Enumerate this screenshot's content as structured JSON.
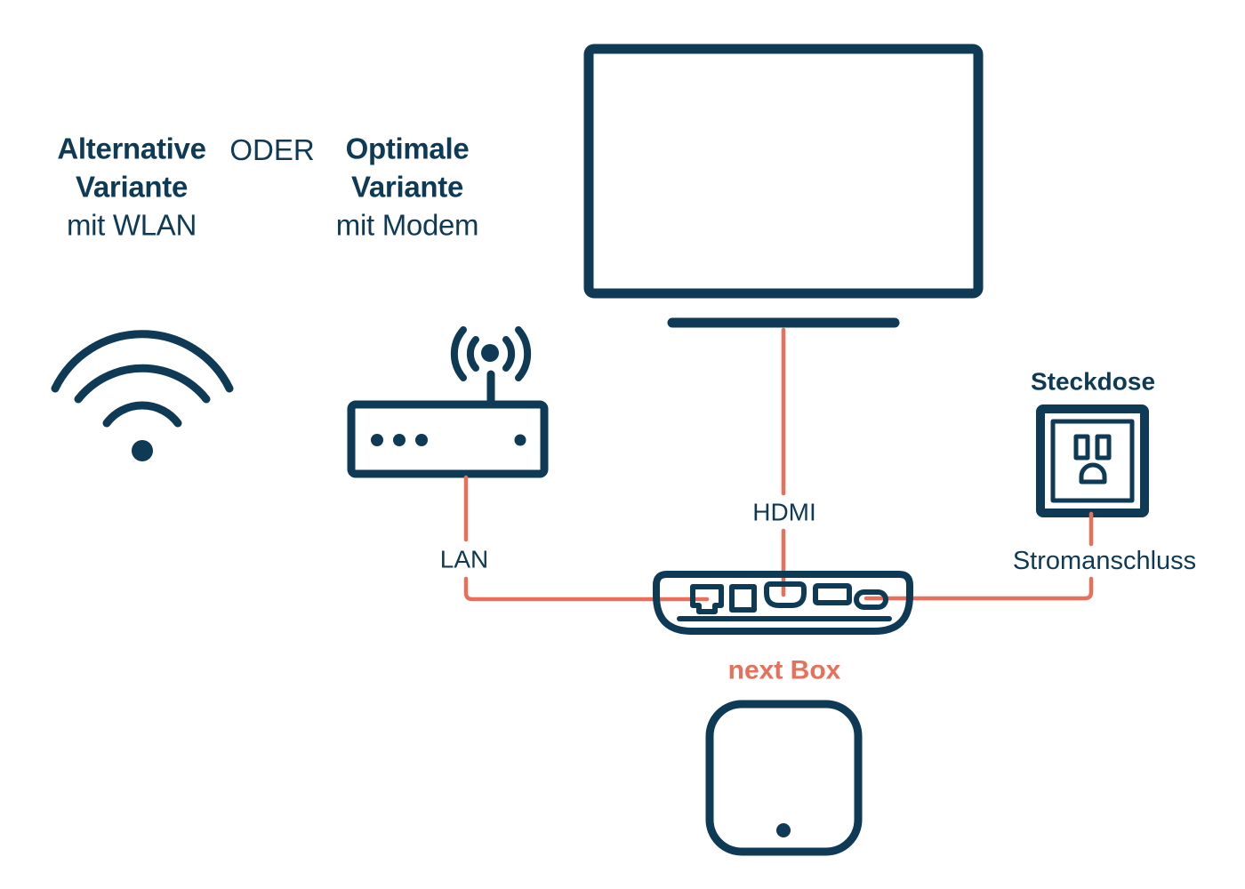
{
  "colors": {
    "navy": "#0e3a56",
    "accent": "#e8705a",
    "background": "#ffffff"
  },
  "header": {
    "alternative": {
      "line1": "Alternative",
      "line2": "Variante",
      "line3": "mit WLAN"
    },
    "or": "ODER",
    "optimal": {
      "line1": "Optimale",
      "line2": "Variante",
      "line3": "mit Modem"
    }
  },
  "labels": {
    "socket": "Steckdose",
    "power": "Stromanschluss",
    "lan": "LAN",
    "hdmi": "HDMI",
    "device": "next Box"
  },
  "icons": {
    "wifi": "wifi-icon",
    "router": "router-modem-icon",
    "tv": "tv-icon",
    "outlet": "power-outlet-icon",
    "box_rear": "next-box-rear-ports-icon",
    "box_top": "next-box-top-view-icon"
  }
}
